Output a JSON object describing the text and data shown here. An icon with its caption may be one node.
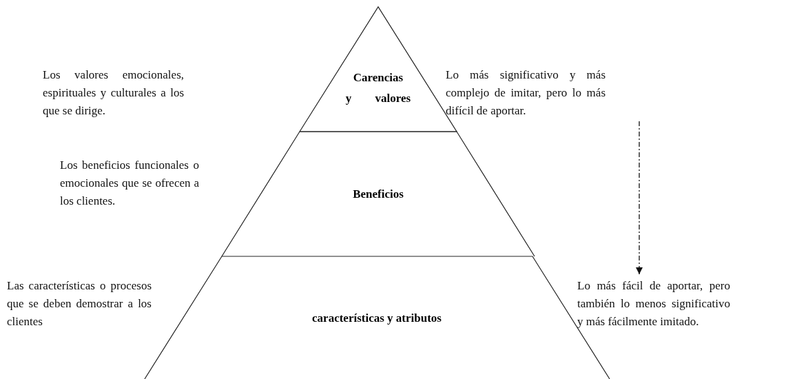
{
  "diagram": {
    "nodes": [
      {
        "text": [
          "Carencias y valores"
        ]
      },
      {
        "text": [
          "Beneficios"
        ],
        "beside": [
          "Los beneficios funcionales o emocionales que se ofrecen a los clientes."
        ]
      },
      {
        "text": [
          "características y atributos"
        ],
        "beside": [
          "Las características o procesos que se deben demostrar a los clientes"
        ]
      },
      {
        "text": [
          "Lo más significativo y más complejo de imitar, pero lo más difícil de aportar."
        ]
      },
      {
        "text": [
          "Lo más fácil de aportar, pero también lo menos significativo y más fácilmente imitado."
        ]
      }
    ],
    "edges": [
      {
        "from": 3,
        "to": 4,
        "arrow": "to",
        "style": "dashed"
      }
    ],
    "labels": [
      "Los valores emocionales, espirituales y culturales a los que se dirige."
    ]
  }
}
